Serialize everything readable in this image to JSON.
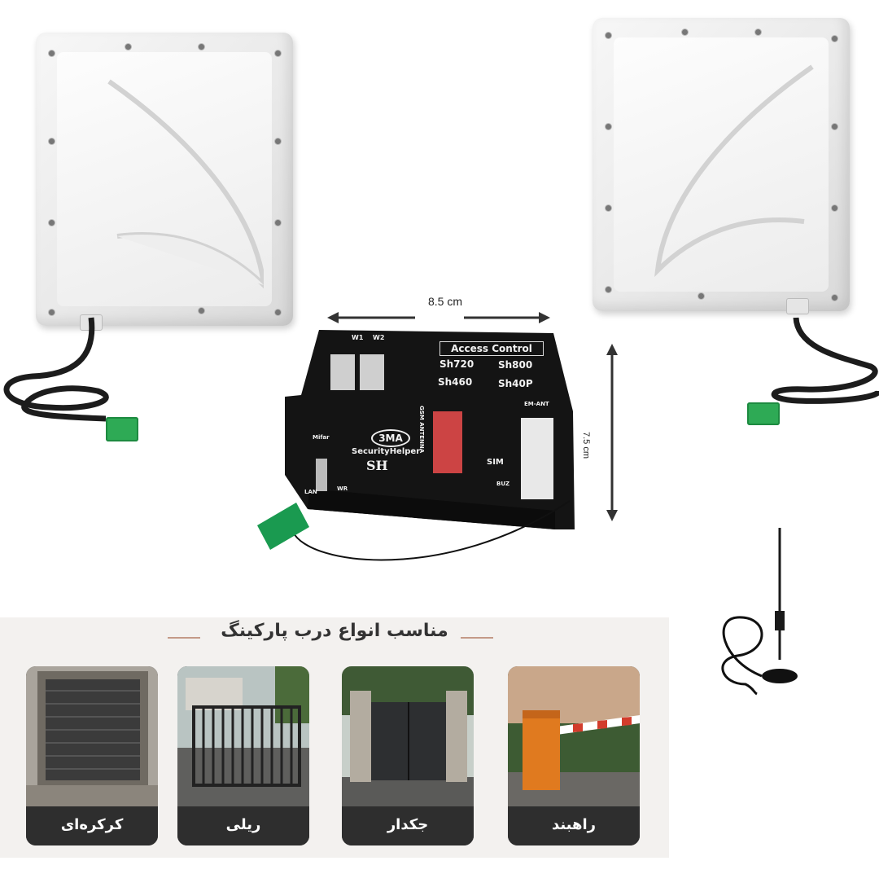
{
  "dimensions": {
    "width_label": "8.5 cm",
    "height_label": "7.5 cm"
  },
  "controller": {
    "panel_title": "Access Control",
    "models": [
      "Sh720",
      "Sh800",
      "Sh460",
      "Sh40P"
    ],
    "brand": "3MA",
    "brand_name": "SecurityHelper",
    "brand_mark": "SH",
    "ports": {
      "w1": "W1",
      "w2": "W2",
      "sim": "SIM",
      "buz": "BUZ",
      "lan": "LAN",
      "wr": "WR",
      "mifar": "Mifar",
      "gsm_antenna": "GSM ANTENNA",
      "em_ant": "EM-ANT"
    }
  },
  "gates": {
    "title": "مناسب انواع درب پارکینگ",
    "types": [
      {
        "label": "کرکره‌ای"
      },
      {
        "label": "ریلی"
      },
      {
        "label": "جکدار"
      },
      {
        "label": "راهبند"
      }
    ]
  }
}
